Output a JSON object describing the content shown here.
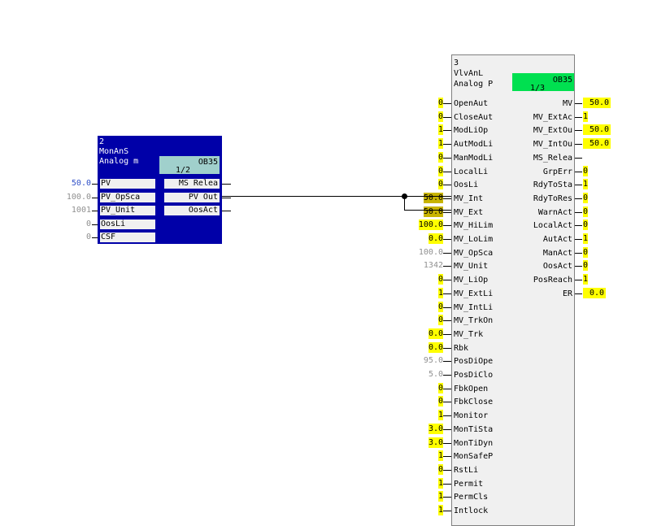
{
  "block2": {
    "number": "2",
    "type": "MonAnS",
    "comment": "Analog m",
    "ob": "OB35",
    "ob_seq": "1/2",
    "inputs": [
      {
        "name": "PV",
        "value": "50.0",
        "style": "blue"
      },
      {
        "name": "PV_OpSca",
        "value": "100.0",
        "style": "gray"
      },
      {
        "name": "PV_Unit",
        "value": "1001",
        "style": "gray"
      },
      {
        "name": "OosLi",
        "value": "0",
        "style": "gray"
      },
      {
        "name": "CSF",
        "value": "0",
        "style": "gray"
      }
    ],
    "outputs": [
      {
        "name": "MS Relea"
      },
      {
        "name": "PV Out"
      },
      {
        "name": "OosAct"
      }
    ]
  },
  "block3": {
    "number": "3",
    "type": "VlvAnL",
    "comment": "Analog P",
    "ob": "OB35",
    "ob_seq": "1/3",
    "inputs": [
      {
        "name": "OpenAut",
        "value": "0",
        "style": "yel"
      },
      {
        "name": "CloseAut",
        "value": "0",
        "style": "yel"
      },
      {
        "name": "ModLiOp",
        "value": "1",
        "style": "yel"
      },
      {
        "name": "AutModLi",
        "value": "1",
        "style": "yel"
      },
      {
        "name": "ManModLi",
        "value": "0",
        "style": "yel"
      },
      {
        "name": "LocalLi",
        "value": "0",
        "style": "yel"
      },
      {
        "name": "OosLi",
        "value": "0",
        "style": "yel"
      },
      {
        "name": "MV_Int",
        "value": "50.0",
        "style": "olive"
      },
      {
        "name": "MV_Ext",
        "value": "50.0",
        "style": "olive"
      },
      {
        "name": "MV_HiLim",
        "value": "100.0",
        "style": "yel"
      },
      {
        "name": "MV_LoLim",
        "value": "0.0",
        "style": "yel"
      },
      {
        "name": "MV_OpSca",
        "value": "100.0",
        "style": "gray"
      },
      {
        "name": "MV_Unit",
        "value": "1342",
        "style": "gray"
      },
      {
        "name": "MV_LiOp",
        "value": "0",
        "style": "yel"
      },
      {
        "name": "MV_ExtLi",
        "value": "1",
        "style": "yel"
      },
      {
        "name": "MV_IntLi",
        "value": "0",
        "style": "yel"
      },
      {
        "name": "MV_TrkOn",
        "value": "0",
        "style": "yel"
      },
      {
        "name": "MV_Trk",
        "value": "0.0",
        "style": "yel"
      },
      {
        "name": "Rbk",
        "value": "0.0",
        "style": "yel"
      },
      {
        "name": "PosDiOpe",
        "value": "95.0",
        "style": "gray"
      },
      {
        "name": "PosDiClo",
        "value": "5.0",
        "style": "gray"
      },
      {
        "name": "FbkOpen",
        "value": "0",
        "style": "yel"
      },
      {
        "name": "FbkClose",
        "value": "0",
        "style": "yel"
      },
      {
        "name": "Monitor",
        "value": "1",
        "style": "yel"
      },
      {
        "name": "MonTiSta",
        "value": "3.0",
        "style": "yel"
      },
      {
        "name": "MonTiDyn",
        "value": "3.0",
        "style": "yel"
      },
      {
        "name": "MonSafeP",
        "value": "1",
        "style": "yel"
      },
      {
        "name": "RstLi",
        "value": "0",
        "style": "yel"
      },
      {
        "name": "Permit",
        "value": "1",
        "style": "yel"
      },
      {
        "name": "PermCls",
        "value": "1",
        "style": "yel"
      },
      {
        "name": "Intlock",
        "value": "1",
        "style": "yel"
      }
    ],
    "outputs": [
      {
        "name": "MV",
        "value": "50.0"
      },
      {
        "name": "MV_ExtAc",
        "value": "1"
      },
      {
        "name": "MV_ExtOu",
        "value": "50.0"
      },
      {
        "name": "MV_IntOu",
        "value": "50.0"
      },
      {
        "name": "MS_Relea",
        "value": ""
      },
      {
        "name": "GrpErr",
        "value": "0"
      },
      {
        "name": "RdyToSta",
        "value": "1"
      },
      {
        "name": "RdyToRes",
        "value": "0"
      },
      {
        "name": "WarnAct",
        "value": "0"
      },
      {
        "name": "LocalAct",
        "value": "0"
      },
      {
        "name": "AutAct",
        "value": "1"
      },
      {
        "name": "ManAct",
        "value": "0"
      },
      {
        "name": "OosAct",
        "value": "0"
      },
      {
        "name": "PosReach",
        "value": "1"
      },
      {
        "name": "ER",
        "value": "0.0"
      }
    ]
  },
  "colors": {
    "block2_bg": "#0000a8",
    "block2_ob": "#a0d0cc",
    "block3_ob": "#00e050",
    "highlight": "#ffff00",
    "connected": "#c8b400"
  }
}
